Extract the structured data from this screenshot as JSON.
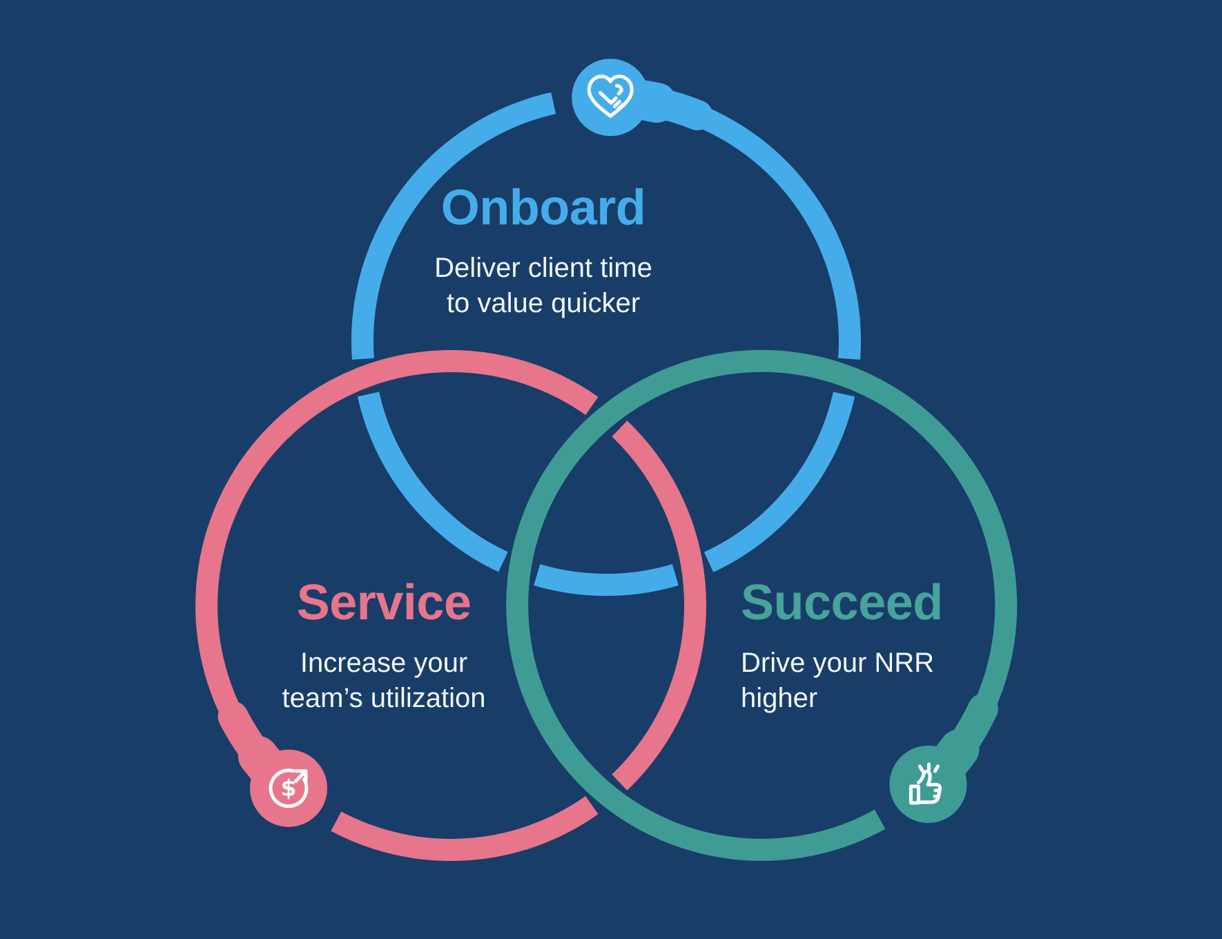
{
  "background_color": "#183D68",
  "text_color": "#F2F7FB",
  "rings": [
    {
      "name": "onboard",
      "title": "Onboard",
      "description_line1": "Deliver client time",
      "description_line2": "to value quicker",
      "color": "#45ACEA",
      "icon": "handshake-heart-icon"
    },
    {
      "name": "service",
      "title": "Service",
      "description_line1": "Increase your",
      "description_line2": "team’s utilization",
      "color": "#E7758B",
      "icon": "dollar-growth-icon"
    },
    {
      "name": "succeed",
      "title": "Succeed",
      "description_line1": "Drive your NRR",
      "description_line2": "higher",
      "color": "#3F9C95",
      "icon": "thumbs-up-icon"
    }
  ]
}
